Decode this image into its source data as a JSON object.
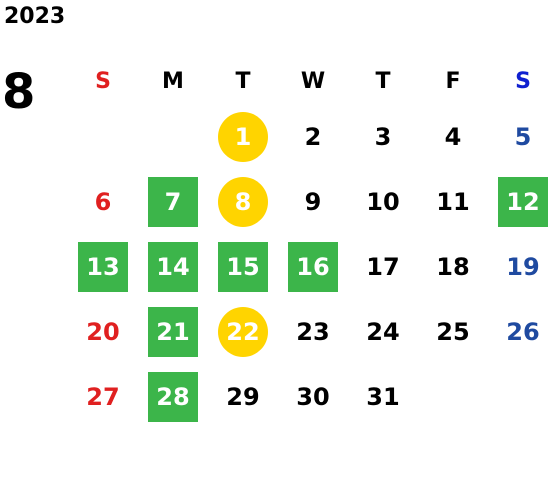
{
  "year": "2023",
  "month": "8",
  "weekdays": [
    {
      "label": "S",
      "kind": "sun"
    },
    {
      "label": "M",
      "kind": "weekday"
    },
    {
      "label": "T",
      "kind": "weekday"
    },
    {
      "label": "W",
      "kind": "weekday"
    },
    {
      "label": "T",
      "kind": "weekday"
    },
    {
      "label": "F",
      "kind": "weekday"
    },
    {
      "label": "S",
      "kind": "sat"
    }
  ],
  "colors": {
    "green_highlight": "#3cb54a",
    "yellow_highlight": "#ffd400",
    "sunday": "#e02020",
    "saturday": "#1f4aa0",
    "saturday_header": "#1020d0"
  },
  "weeks": [
    [
      {
        "day": "",
        "mark": "none"
      },
      {
        "day": "",
        "mark": "none"
      },
      {
        "day": "1",
        "mark": "yellow"
      },
      {
        "day": "2",
        "mark": "none"
      },
      {
        "day": "3",
        "mark": "none"
      },
      {
        "day": "4",
        "mark": "none"
      },
      {
        "day": "5",
        "mark": "none"
      }
    ],
    [
      {
        "day": "6",
        "mark": "none"
      },
      {
        "day": "7",
        "mark": "green"
      },
      {
        "day": "8",
        "mark": "yellow"
      },
      {
        "day": "9",
        "mark": "none"
      },
      {
        "day": "10",
        "mark": "none"
      },
      {
        "day": "11",
        "mark": "none"
      },
      {
        "day": "12",
        "mark": "green"
      }
    ],
    [
      {
        "day": "13",
        "mark": "green"
      },
      {
        "day": "14",
        "mark": "green"
      },
      {
        "day": "15",
        "mark": "green"
      },
      {
        "day": "16",
        "mark": "green"
      },
      {
        "day": "17",
        "mark": "none"
      },
      {
        "day": "18",
        "mark": "none"
      },
      {
        "day": "19",
        "mark": "none"
      }
    ],
    [
      {
        "day": "20",
        "mark": "none"
      },
      {
        "day": "21",
        "mark": "green"
      },
      {
        "day": "22",
        "mark": "yellow"
      },
      {
        "day": "23",
        "mark": "none"
      },
      {
        "day": "24",
        "mark": "none"
      },
      {
        "day": "25",
        "mark": "none"
      },
      {
        "day": "26",
        "mark": "none"
      }
    ],
    [
      {
        "day": "27",
        "mark": "none"
      },
      {
        "day": "28",
        "mark": "green"
      },
      {
        "day": "29",
        "mark": "none"
      },
      {
        "day": "30",
        "mark": "none"
      },
      {
        "day": "31",
        "mark": "none"
      },
      {
        "day": "",
        "mark": "none"
      },
      {
        "day": "",
        "mark": "none"
      }
    ]
  ]
}
